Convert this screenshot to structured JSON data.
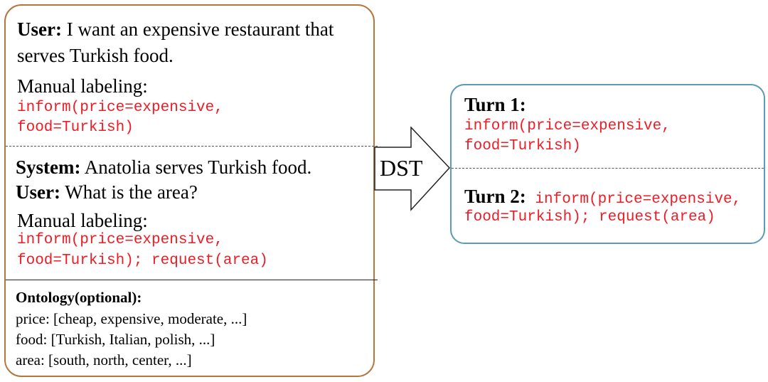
{
  "left": {
    "user1_speaker": "User:",
    "user1_text_a": " I want an expensive restaurant that",
    "user1_text_b": "serves Turkish food.",
    "label1_title": "Manual labeling:",
    "label1_line_a": "inform(price=expensive,",
    "label1_line_b": "food=Turkish)",
    "system_speaker": "System:",
    "system_text": " Anatolia serves Turkish food.",
    "user2_speaker": "User:",
    "user2_text": " What is the area?",
    "label2_title": "Manual labeling:",
    "label2_line_a": "inform(price=expensive,",
    "label2_line_b": "food=Turkish); request(area)",
    "ontology_title": "Ontology(optional):",
    "ontology_price": "price: [cheap, expensive, moderate, ...]",
    "ontology_food": "food: [Turkish, Italian, polish, ...]",
    "ontology_area": "area: [south, north, center, ...]"
  },
  "arrow": {
    "label": "DST"
  },
  "right": {
    "turn1_label": "Turn 1:",
    "turn1_line_a": "inform(price=expensive,",
    "turn1_line_b": "food=Turkish)",
    "turn2_label": "Turn 2:",
    "turn2_line_a": " inform(price=expensive,",
    "turn2_line_b": "food=Turkish); request(area)"
  },
  "colors": {
    "left_border": "#b5763c",
    "right_border": "#5b9bb5",
    "label_text": "#ee1c25"
  }
}
